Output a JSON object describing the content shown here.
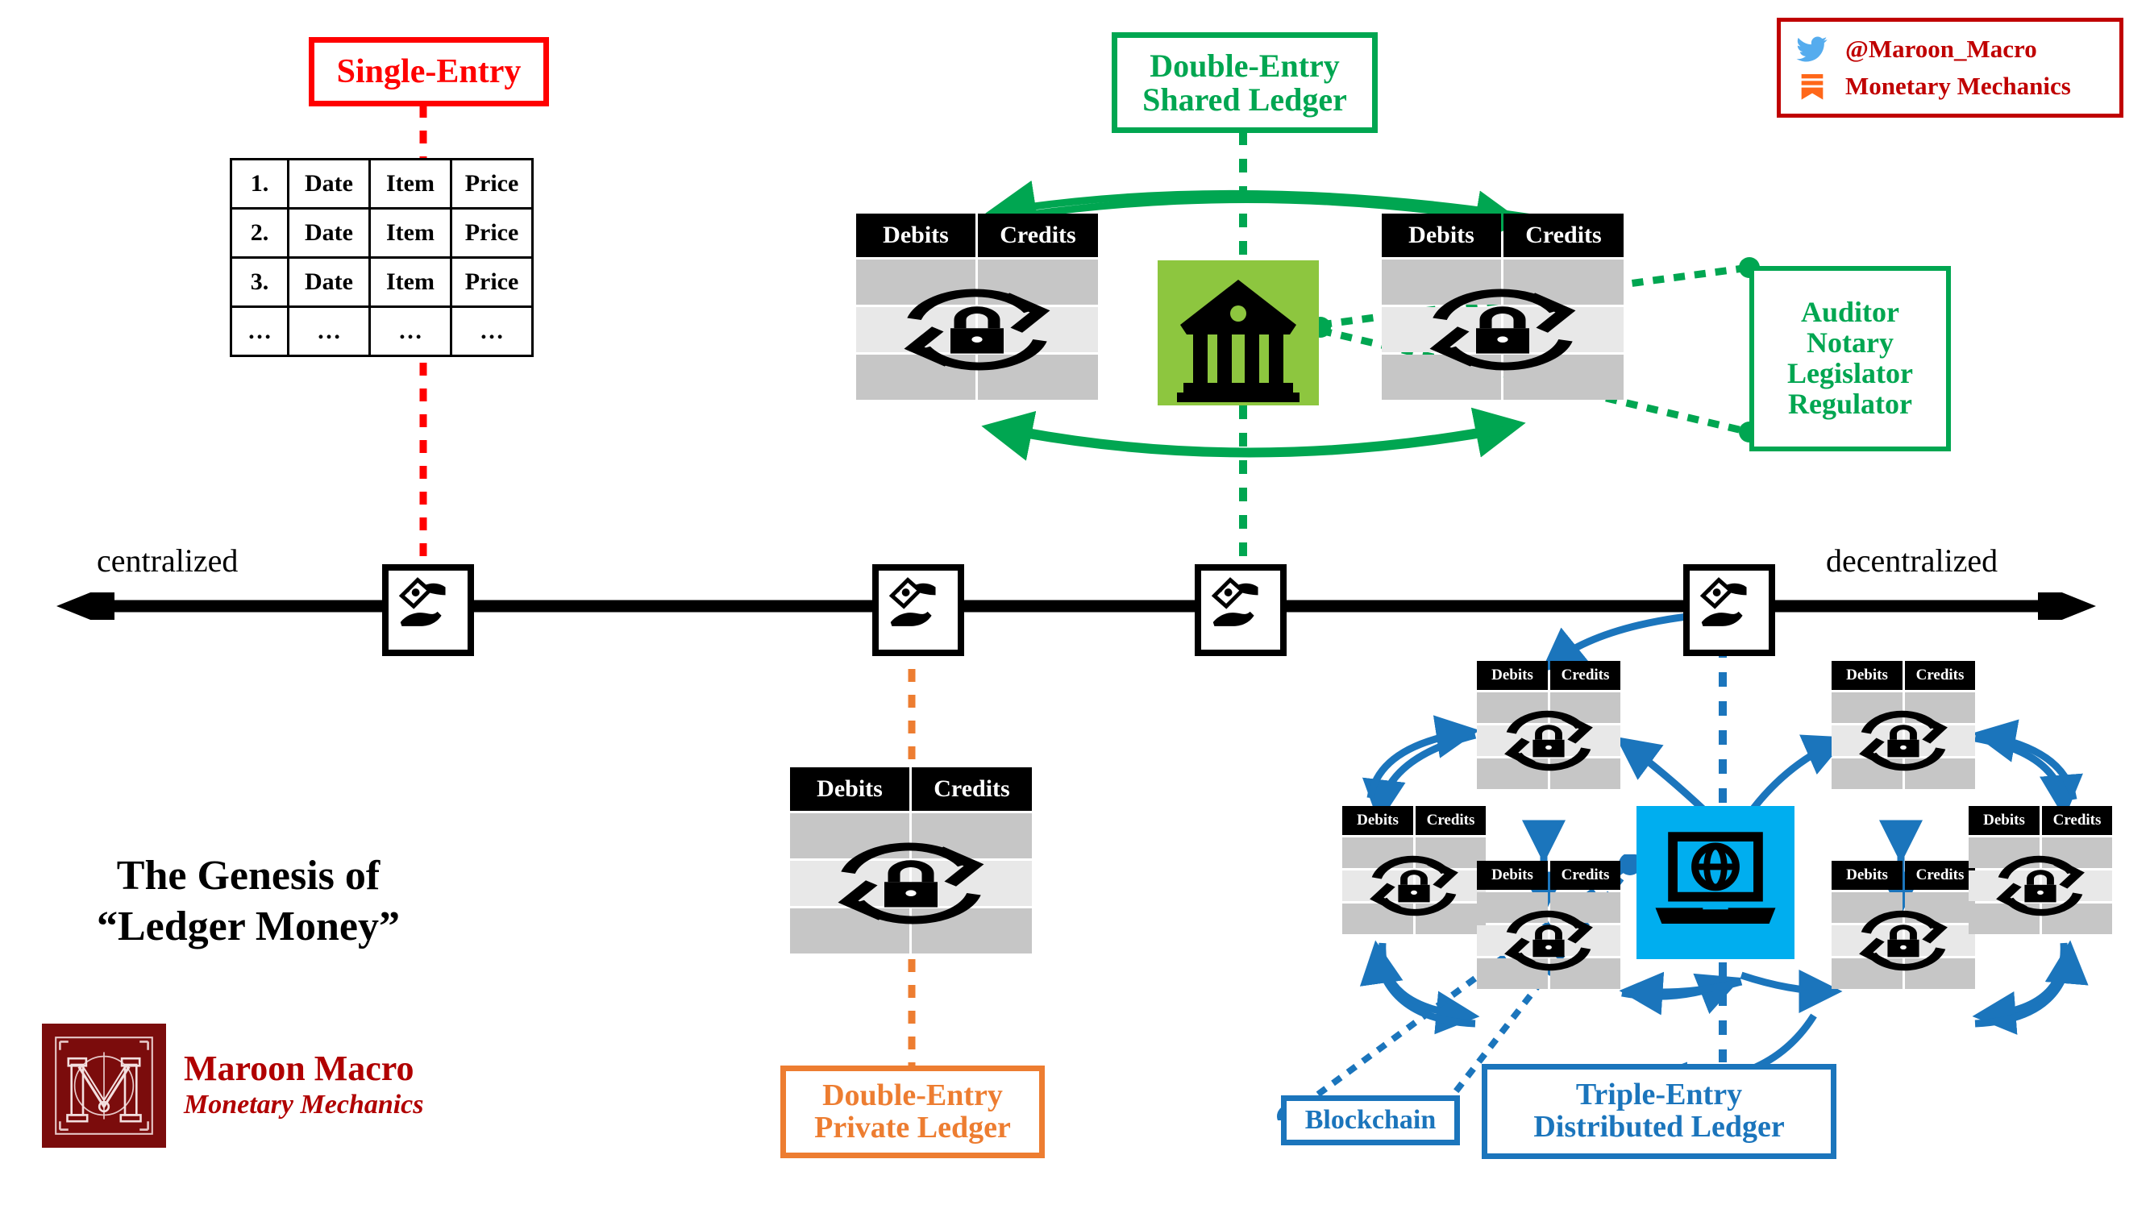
{
  "title": {
    "line1": "The Genesis of",
    "line2": "“Ledger Money”"
  },
  "brand": {
    "name": "Maroon Macro",
    "tagline": "Monetary Mechanics",
    "logo_letter": "M",
    "logo_color": "#7B0C0C",
    "text_color": "#B00000"
  },
  "attribution": {
    "twitter_handle": "@Maroon_Macro",
    "substack_name": "Monetary Mechanics",
    "twitter_icon": "twitter-bird-icon",
    "substack_icon": "substack-icon",
    "border_color": "#C00000",
    "twitter_color": "#55ACEE",
    "substack_color": "#FF6719"
  },
  "axis": {
    "left_label": "centralized",
    "right_label": "decentralized",
    "marker_icon": "money-exchange-hands-icon",
    "marker_count": 4
  },
  "single_entry": {
    "label": "Single-Entry",
    "color": "#FF0000",
    "columns": [
      "#",
      "Date",
      "Item",
      "Price"
    ],
    "rows": [
      [
        "1.",
        "Date",
        "Item",
        "Price"
      ],
      [
        "2.",
        "Date",
        "Item",
        "Price"
      ],
      [
        "3.",
        "Date",
        "Item",
        "Price"
      ],
      [
        "…",
        "…",
        "…",
        "…"
      ]
    ]
  },
  "double_entry_private": {
    "label_line1": "Double-Entry",
    "label_line2": "Private Ledger",
    "color": "#ED7D31",
    "ledger": {
      "debits": "Debits",
      "credits": "Credits",
      "icon_lock": "padlock-icon",
      "icon_cycle": "circular-arrows-icon"
    }
  },
  "double_entry_shared": {
    "label_line1": "Double-Entry",
    "label_line2": "Shared Ledger",
    "color": "#00A651",
    "bank_icon": "bank-building-icon",
    "bank_bg": "#8DC63F",
    "ledgers": [
      {
        "debits": "Debits",
        "credits": "Credits"
      },
      {
        "debits": "Debits",
        "credits": "Credits"
      }
    ],
    "oversight": {
      "lines": [
        "Auditor",
        "Notary",
        "Legislator",
        "Regulator"
      ],
      "color": "#00A651"
    }
  },
  "triple_entry": {
    "label_line1": "Triple-Entry",
    "label_line2": "Distributed Ledger",
    "blockchain_label": "Blockchain",
    "color": "#1B75BC",
    "network_icon": "laptop-globe-icon",
    "network_bg": "#00AEEF",
    "nodes": [
      {
        "debits": "Debits",
        "credits": "Credits"
      },
      {
        "debits": "Debits",
        "credits": "Credits"
      },
      {
        "debits": "Debits",
        "credits": "Credits"
      },
      {
        "debits": "Debits",
        "credits": "Credits"
      },
      {
        "debits": "Debits",
        "credits": "Credits"
      },
      {
        "debits": "Debits",
        "credits": "Credits"
      }
    ]
  },
  "ledger_common": {
    "debits": "Debits",
    "credits": "Credits",
    "row_dark": "#C6C6C6",
    "row_light": "#E8E8E8"
  }
}
